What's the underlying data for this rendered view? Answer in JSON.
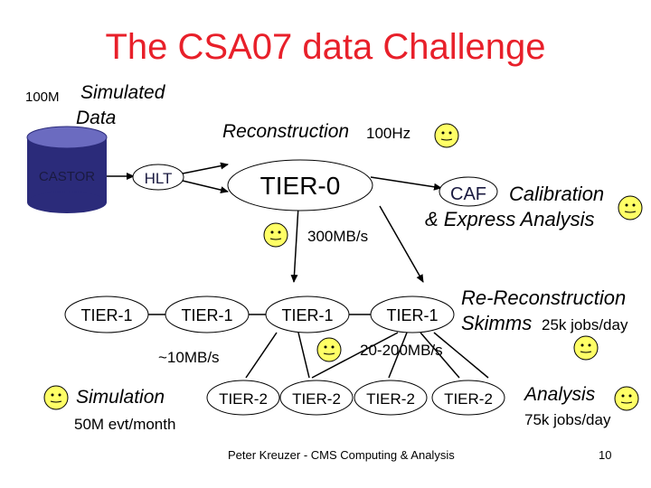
{
  "title": "The CSA07 data Challenge",
  "simulated": {
    "count": "100M",
    "label_line1": "Simulated",
    "label_line2": "Data"
  },
  "reconstruction": {
    "label": "Reconstruction",
    "rate": "100Hz"
  },
  "castor": "CASTOR",
  "hlt": "HLT",
  "tier0": "TIER-0",
  "caf": "CAF",
  "calibration": {
    "line1": "Calibration",
    "line2": "& Express Analysis"
  },
  "rate_300": "300MB/s",
  "tier1_labels": [
    "TIER-1",
    "TIER-1",
    "TIER-1",
    "TIER-1"
  ],
  "rereco": {
    "line1": "Re-Reconstruction",
    "line2": "Skimms",
    "jobs": "25k jobs/day"
  },
  "rate_10": "~10MB/s",
  "rate_20_200": "20-200MB/s",
  "simulation": {
    "label": "Simulation",
    "rate": "50M evt/month"
  },
  "tier2_labels": [
    "TIER-2",
    "TIER-2",
    "TIER-2",
    "TIER-2"
  ],
  "analysis": {
    "label": "Analysis",
    "jobs": "75k jobs/day"
  },
  "footer": "Peter Kreuzer - CMS Computing & Analysis",
  "page_number": "10",
  "colors": {
    "title": "#e8202a",
    "node_fill": "#ffffff",
    "castor_fill": "#2b2b7a",
    "castor_top": "#6b6bc0",
    "smiley_fill": "#ffff66"
  },
  "icons": [
    "smiley-icon",
    "database-cylinder-icon"
  ]
}
